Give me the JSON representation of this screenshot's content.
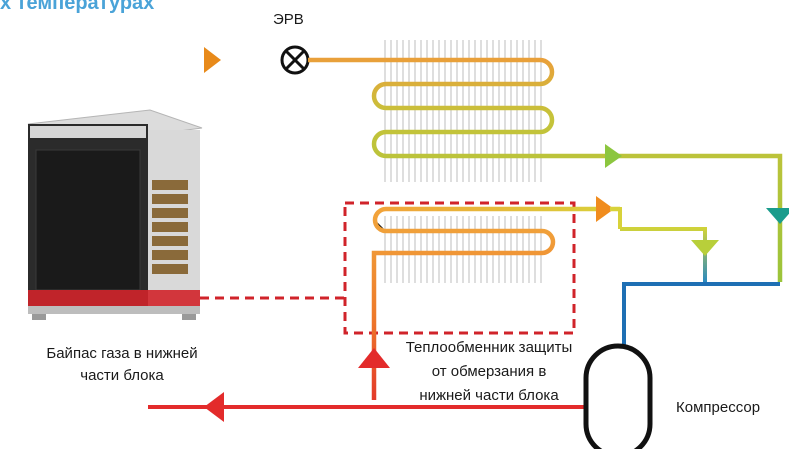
{
  "title_fragment": "х температурах",
  "labels": {
    "erv": "ЭРВ",
    "bypass_line1": "Байпас газа в нижней",
    "bypass_line2": "части блока",
    "hx_line1": "Теплообменник защиты",
    "hx_line2": "от обмерзания в",
    "hx_line3": "нижней части блока",
    "compressor": "Компрессор"
  },
  "colors": {
    "title": "#4aa3d8",
    "hot_line": "#e32b2b",
    "liquid_orange": "#f08c1e",
    "cold_green": "#8cc63f",
    "suction_blue": "#1e6fb4",
    "teal_arrow": "#1a9c8c",
    "dashed_box": "#d0232a",
    "compressor_outline": "#111111"
  }
}
